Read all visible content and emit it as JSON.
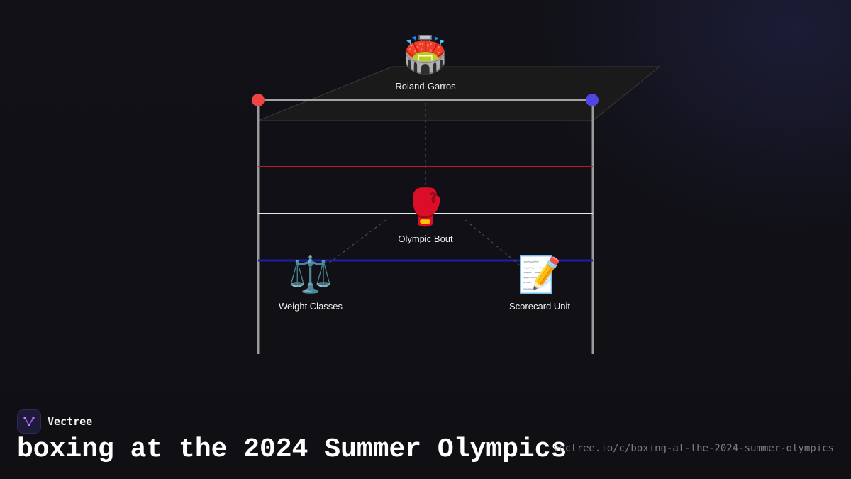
{
  "diagram": {
    "nodes": {
      "root": {
        "label": "Roland-Garros",
        "icon": "stadium-icon",
        "glyph": "🏟️"
      },
      "center": {
        "label": "Olympic Bout",
        "icon": "boxing-glove-icon",
        "glyph": "🥊"
      },
      "left": {
        "label": "Weight Classes",
        "icon": "balance-scale-icon",
        "glyph": "⚖️"
      },
      "right": {
        "label": "Scorecard Unit",
        "icon": "memo-icon",
        "glyph": "📝"
      }
    },
    "colors": {
      "corner_left": "#ef4444",
      "corner_right": "#4f46e5",
      "rope_top": "#9ca3af",
      "rope_red": "#b91c1c",
      "rope_white": "#e5e7eb",
      "rope_blue": "#1d1daa"
    }
  },
  "footer": {
    "brand": "Vectree",
    "title": "boxing at the 2024 Summer Olympics",
    "url": "vectree.io/c/boxing-at-the-2024-summer-olympics"
  }
}
